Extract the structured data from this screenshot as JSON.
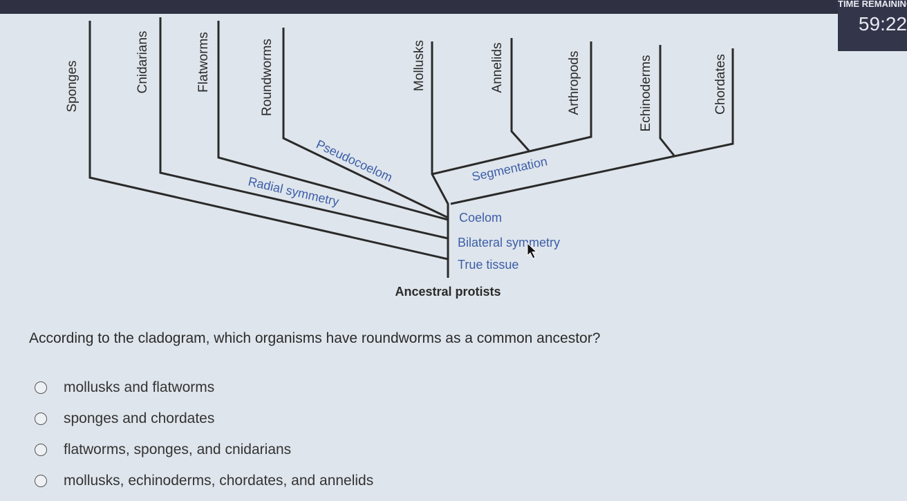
{
  "timer": {
    "label": "TIME REMAINING",
    "value": "59:22"
  },
  "cladogram": {
    "taxa": [
      "Sponges",
      "Cnidarians",
      "Flatworms",
      "Roundworms",
      "Mollusks",
      "Annelids",
      "Arthropods",
      "Echinoderms",
      "Chordates"
    ],
    "traits": {
      "pseudocoelom": "Pseudocoelom",
      "radial": "Radial symmetry",
      "segmentation": "Segmentation",
      "coelom": "Coelom",
      "bilateral": "Bilateral symmetry",
      "tissue": "True tissue"
    },
    "root": "Ancestral protists",
    "line_color": "#2a2a2a",
    "label_color": "#3b5ea8"
  },
  "question": "According to the cladogram, which organisms have roundworms as a common ancestor?",
  "options": [
    "mollusks and flatworms",
    "sponges and chordates",
    "flatworms, sponges, and cnidarians",
    "mollusks, echinoderms, chordates, and annelids"
  ]
}
